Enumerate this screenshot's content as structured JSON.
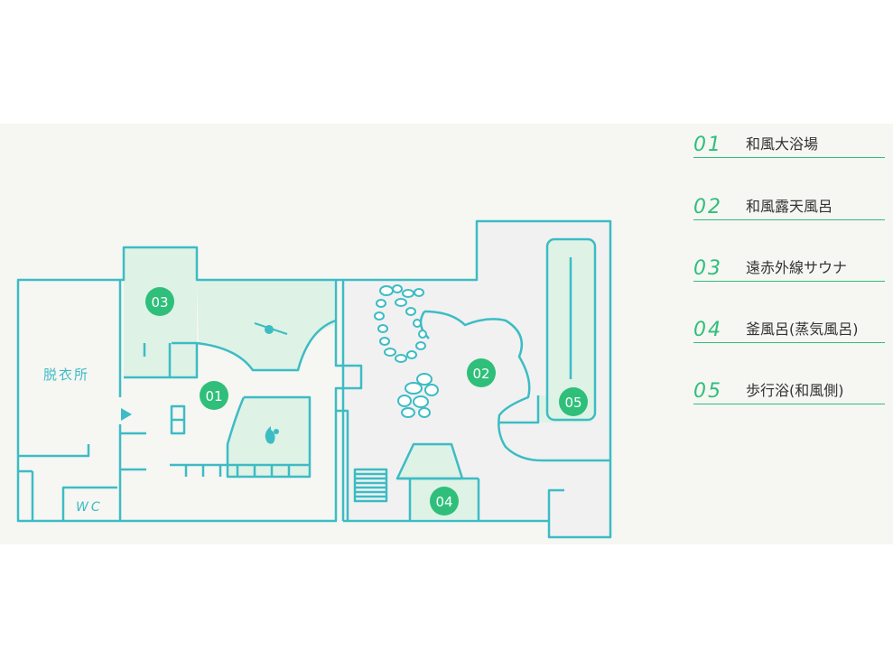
{
  "map": {
    "rooms": {
      "dressing_room": "脱衣所",
      "wc": "WC"
    },
    "markers": [
      "01",
      "02",
      "03",
      "04",
      "05"
    ],
    "colors": {
      "wall": "#3cbcc4",
      "zone_fill": "#def2e6",
      "marker": "#2fbf7a",
      "floor": "#f6f6f3",
      "outdoor_floor": "#f1f1f1"
    }
  },
  "legend": {
    "items": [
      {
        "num": "01",
        "label": "和風大浴場"
      },
      {
        "num": "02",
        "label": "和風露天風呂"
      },
      {
        "num": "03",
        "label": "遠赤外線サウナ"
      },
      {
        "num": "04",
        "label": "釜風呂(蒸気風呂)"
      },
      {
        "num": "05",
        "label": "歩行浴(和風側)"
      }
    ]
  }
}
